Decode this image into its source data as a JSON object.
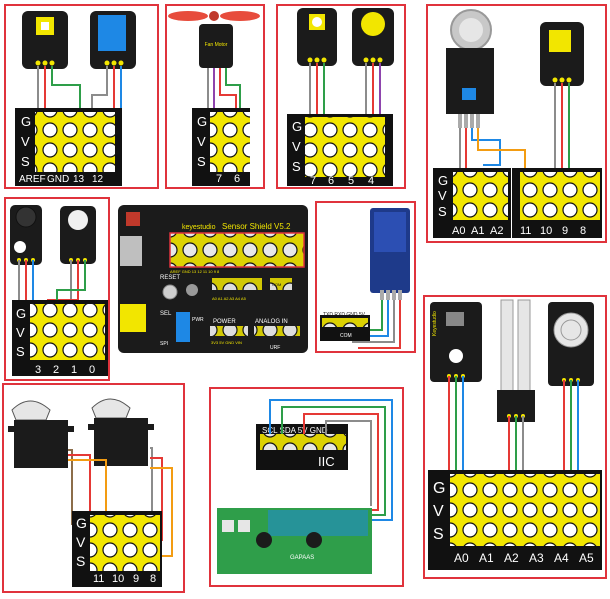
{
  "colors": {
    "frame": "#e0333c",
    "board": "#111111",
    "pad": "#f2e600",
    "hole": "#ffffff",
    "pcb": "#1b1b1b",
    "wire_red": "#e53935",
    "wire_green": "#2e9e49",
    "wire_blue": "#1e88e5",
    "wire_gray": "#8c8c8c",
    "wire_purple": "#8e44ad",
    "wire_orange": "#f39c12",
    "lcd_green": "#2f9e4a"
  },
  "icons": [
    "button-module-icon",
    "relay-module-icon",
    "fan-motor-icon",
    "led-module-icon",
    "gas-sensor-icon",
    "buzzer-icon",
    "pir-sensor-icon",
    "servo-icon",
    "lcd-icon",
    "bluetooth-icon",
    "photocell-icon",
    "soil-sensor-icon",
    "steam-sensor-icon"
  ],
  "shared": {
    "row_g": "G",
    "row_v": "V",
    "row_s": "S"
  },
  "panel1": {
    "pins": [
      "AREF",
      "GND",
      "13",
      "12"
    ]
  },
  "panel2": {
    "module_label": "Fan Motor",
    "pins": [
      "7",
      "6"
    ]
  },
  "panel3": {
    "pins": [
      "7",
      "6",
      "5",
      "4"
    ]
  },
  "panel4": {
    "pins_left": [
      "A0",
      "A1",
      "A2"
    ],
    "pins_right": [
      "11",
      "10",
      "9",
      "8"
    ]
  },
  "panel5": {
    "pins": [
      "3",
      "2",
      "1",
      "0"
    ]
  },
  "shield": {
    "brand": "keyestudio",
    "name": "Sensor Shield V5.2",
    "reset": "RESET",
    "power": "POWER",
    "analog": "ANALOG IN",
    "sel": "SEL",
    "pwr": "PWR",
    "spi": "SPI",
    "com": "COM",
    "urf": "URF",
    "power_pins": "3V3 5V GND VIN",
    "digital_pins": "AREF GND 13 12 11 10 9 8",
    "analog_pins": "A0 A1 A2 A3 A4 A5"
  },
  "bluetooth": {
    "header": "TXD RXD GND 5V",
    "com": "COM"
  },
  "panel6": {
    "pins": [
      "A0",
      "A1",
      "A2",
      "A3",
      "A4",
      "A5"
    ],
    "brand": "Keyestudio"
  },
  "panel7": {
    "pins": [
      "11",
      "10",
      "9",
      "8"
    ]
  },
  "panel8": {
    "header": "SCL SDA 5V GND",
    "iic": "IIC",
    "lcd_brand": "GAPAAS"
  }
}
